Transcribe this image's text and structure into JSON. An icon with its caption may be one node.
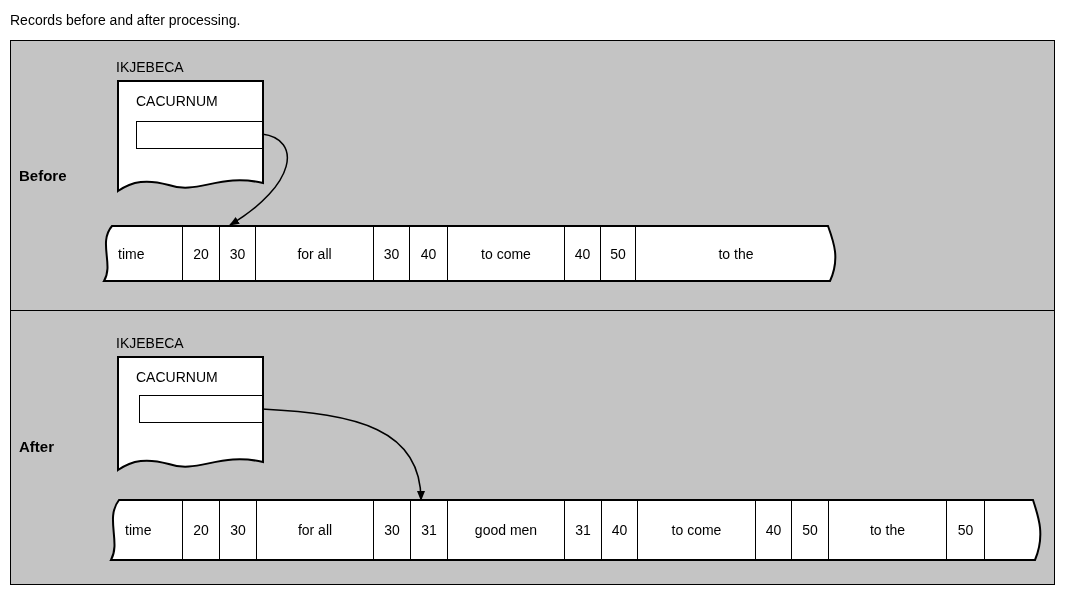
{
  "diagram": {
    "title": "Records before and after processing.",
    "nodes": [
      {
        "text": [
          "Before"
        ]
      },
      {
        "text": [
          "IKJEBECA",
          "CACURNUM"
        ],
        "in": 0
      },
      {
        "text": [],
        "shape": "box",
        "in": 1
      },
      {
        "text": [],
        "shape": "bar",
        "in": 0
      },
      {
        "text": [
          "time"
        ],
        "in": 3
      },
      {
        "text": [
          "20"
        ],
        "in": 3
      },
      {
        "text": [
          "30"
        ],
        "in": 3
      },
      {
        "text": [
          "for all"
        ],
        "in": 3
      },
      {
        "text": [
          "30"
        ],
        "in": 3
      },
      {
        "text": [
          "40"
        ],
        "in": 3
      },
      {
        "text": [
          "to come"
        ],
        "in": 3
      },
      {
        "text": [
          "40"
        ],
        "in": 3
      },
      {
        "text": [
          "50"
        ],
        "in": 3
      },
      {
        "text": [
          "to the"
        ],
        "in": 3
      },
      {
        "text": [
          "After"
        ]
      },
      {
        "text": [
          "IKJEBECA",
          "CACURNUM"
        ],
        "in": 14
      },
      {
        "text": [],
        "shape": "box",
        "in": 15
      },
      {
        "text": [],
        "shape": "bar",
        "in": 14
      },
      {
        "text": [
          "time"
        ],
        "in": 17
      },
      {
        "text": [
          "20"
        ],
        "in": 17
      },
      {
        "text": [
          "30"
        ],
        "in": 17
      },
      {
        "text": [
          "for all"
        ],
        "in": 17
      },
      {
        "text": [
          "30"
        ],
        "in": 17
      },
      {
        "text": [
          "31"
        ],
        "in": 17
      },
      {
        "text": [
          "good men"
        ],
        "in": 17
      },
      {
        "text": [
          "31"
        ],
        "in": 17
      },
      {
        "text": [
          "40"
        ],
        "in": 17
      },
      {
        "text": [
          "to come"
        ],
        "in": 17
      },
      {
        "text": [
          "40"
        ],
        "in": 17
      },
      {
        "text": [
          "50"
        ],
        "in": 17
      },
      {
        "text": [
          "to the"
        ],
        "in": 17
      },
      {
        "text": [
          "50"
        ],
        "in": 17
      },
      {
        "text": [],
        "shape": "box",
        "in": 17
      }
    ],
    "edges": [
      {
        "from": 2,
        "to": 6,
        "arrow": "to"
      },
      {
        "from": 16,
        "to": 23,
        "arrow": "to"
      }
    ]
  }
}
